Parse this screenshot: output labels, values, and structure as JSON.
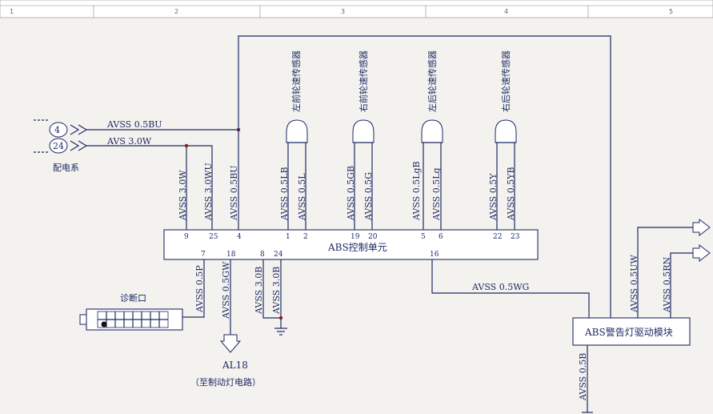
{
  "ruler": [
    "1",
    "2",
    "3",
    "4",
    "5"
  ],
  "power_dist": {
    "connector_a": "4",
    "connector_b": "24",
    "label": "配电系",
    "wire_a": "AVSS 0.5BU",
    "wire_b": "AVS 3.0W"
  },
  "sensors": [
    {
      "name": "左前轮速传感器",
      "wire1": "AVSS 0.5LB",
      "wire2": "AVSS 0.5L",
      "pin1": "1",
      "pin2": "2"
    },
    {
      "name": "右前轮速传感器",
      "wire1": "AVSS 0.5GB",
      "wire2": "AVSS 0.5G",
      "pin1": "19",
      "pin2": "20"
    },
    {
      "name": "左后轮速传感器",
      "wire1": "AVSS 0.5LgB",
      "wire2": "AVSS 0.5Lg",
      "pin1": "5",
      "pin2": "6"
    },
    {
      "name": "右后轮速传感器",
      "wire1": "AVSS 0.5Y",
      "wire2": "AVSS 0.5YB",
      "pin1": "22",
      "pin2": "23"
    }
  ],
  "abs_unit": {
    "label": "ABS控制单元",
    "top_wires": [
      {
        "pin": "9",
        "wire": "AVSS 3.0W"
      },
      {
        "pin": "25",
        "wire": "AVSS 3.0WU"
      },
      {
        "pin": "4",
        "wire": "AVSS 0.5BU"
      }
    ],
    "bottom_wires": [
      {
        "pin": "7",
        "wire": "AVSS 0.5P"
      },
      {
        "pin": "18",
        "wire": "AVSS 0.5GW"
      },
      {
        "pin": "8",
        "wire": "AVSS 3.0B"
      },
      {
        "pin": "24",
        "wire": "AVSS 3.0B"
      },
      {
        "pin": "16",
        "wire": "AVSS 0.5WG"
      }
    ]
  },
  "diag_port": {
    "label": "诊断口"
  },
  "brake_light": {
    "code": "AL18",
    "desc": "（至制动灯电路）"
  },
  "warning_module": {
    "label": "ABS警告灯驱动模块",
    "wire_out1": "AVSS 0.5UW",
    "wire_out2": "AVSS 0.5RN",
    "wire_ground": "AVSS 0.5B"
  }
}
